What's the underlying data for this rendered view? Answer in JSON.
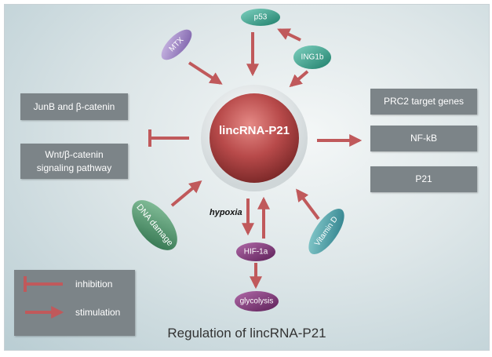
{
  "center": {
    "label": "lincRNA-P21"
  },
  "regulators": {
    "p53": "p53",
    "ing1b": "ING1b",
    "mtx": "MTX",
    "dna_damage": "DNA damage",
    "vitamin_d": "Vitamin D"
  },
  "inhibited": [
    {
      "lines": [
        "JunB and β-catenin"
      ]
    },
    {
      "lines": [
        "Wnt/β-catenin",
        "signaling pathway"
      ]
    }
  ],
  "targets": [
    "PRC2 target genes",
    "NF-kB",
    "P21"
  ],
  "downstream": {
    "hypoxia_label": "hypoxia",
    "hif": "HIF-1a",
    "glycolysis": "glycolysis"
  },
  "legend": {
    "inhibition": "inhibition",
    "stimulation": "stimulation"
  },
  "caption": "Regulation of lincRNA-P21",
  "colors": {
    "arrow": "#c0595b",
    "box": "#7c8488",
    "center_sphere": "#b84a4a",
    "teal_node": "#2f9a84",
    "green_node": "#3f8a5f",
    "purple_node": "#7e2e78",
    "lavender_node": "#9a80c0"
  }
}
